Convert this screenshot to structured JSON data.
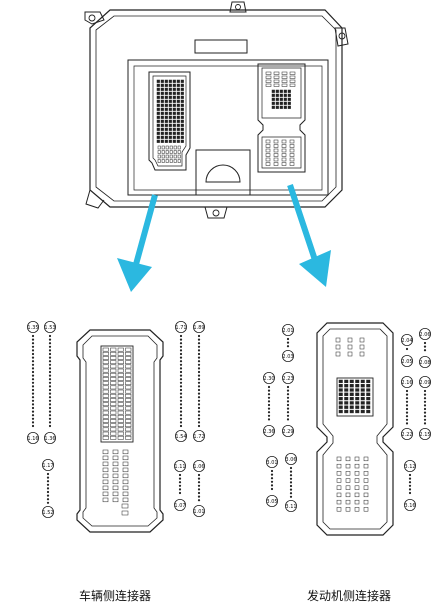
{
  "captions": {
    "vehicle_side": "车辆侧连接器",
    "engine_side": "发动机侧连接器"
  },
  "pin_labels": {
    "vehicle": {
      "col1": {
        "top": "1.35",
        "bottom": "1.16"
      },
      "col2": {
        "top": "1.53",
        "bottom": "1.36"
      },
      "col3": {
        "top": "1.17",
        "bottom": "1.52"
      },
      "col4": {
        "top": "1.71",
        "bottom": "1.54"
      },
      "col5": {
        "top": "1.89",
        "bottom": "1.72"
      },
      "col6": {
        "top": "1.11",
        "bottom": "1.07"
      },
      "col7": {
        "top": "1.06",
        "bottom": "1.01"
      }
    },
    "engine": {
      "a": {
        "top": "2.01",
        "bottom": "2.03"
      },
      "b": {
        "top": "2.30",
        "bottom": "2.36"
      },
      "c": {
        "top": "2.23",
        "bottom": "2.29"
      },
      "d": {
        "top": "3.01",
        "bottom": "3.05"
      },
      "e": {
        "top": "3.06",
        "bottom": "3.11"
      },
      "f": {
        "top": "2.04",
        "bottom": "2.05"
      },
      "g": {
        "top": "2.06",
        "bottom": "2.08"
      },
      "h": {
        "top": "2.16",
        "bottom": "2.22"
      },
      "i": {
        "top": "2.09",
        "bottom": "2.15"
      },
      "j": {
        "top": "3.12",
        "bottom": "3.16"
      }
    }
  },
  "colors": {
    "arrow": "#2bb8e0",
    "line": "#222222"
  }
}
